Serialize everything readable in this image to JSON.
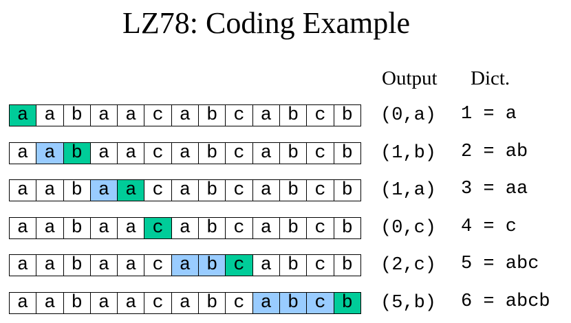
{
  "title": "LZ78: Coding Example",
  "headers": {
    "output": "Output",
    "dict": "Dict."
  },
  "colors": {
    "match": "#99ccff",
    "new_symbol": "#00cc99",
    "default": "#ffffff"
  },
  "sequence": [
    "a",
    "a",
    "b",
    "a",
    "a",
    "c",
    "a",
    "b",
    "c",
    "a",
    "b",
    "c",
    "b"
  ],
  "steps": [
    {
      "output": "(0,a)",
      "dict": "1 = a",
      "match": [],
      "new_symbol": 0
    },
    {
      "output": "(1,b)",
      "dict": "2 = ab",
      "match": [
        1
      ],
      "new_symbol": 2
    },
    {
      "output": "(1,a)",
      "dict": "3 = aa",
      "match": [
        3
      ],
      "new_symbol": 4
    },
    {
      "output": "(0,c)",
      "dict": "4 = c",
      "match": [],
      "new_symbol": 5
    },
    {
      "output": "(2,c)",
      "dict": "5 = abc",
      "match": [
        6,
        7
      ],
      "new_symbol": 8
    },
    {
      "output": "(5,b)",
      "dict": "6 = abcb",
      "match": [
        9,
        10,
        11
      ],
      "new_symbol": 12
    }
  ]
}
